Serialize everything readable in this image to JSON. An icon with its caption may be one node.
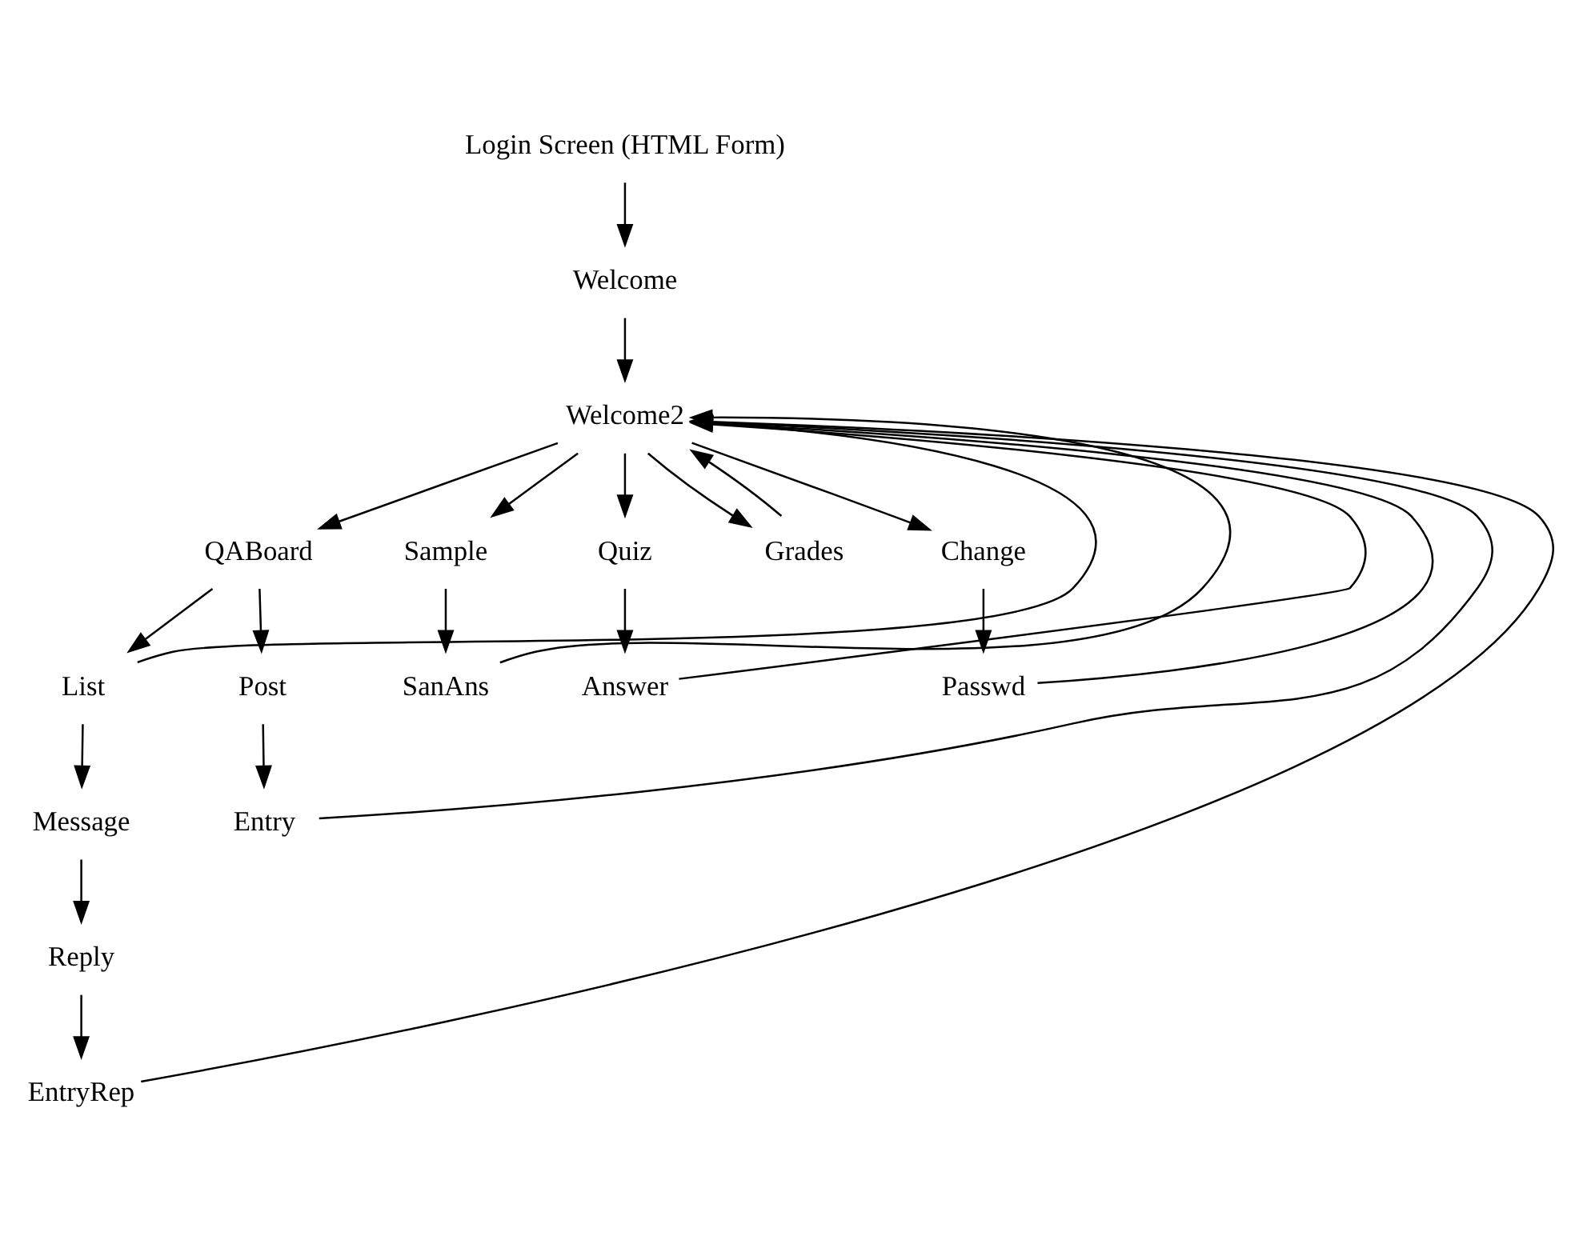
{
  "diagram": {
    "nodes": [
      {
        "text": [
          "Login Screen (HTML Form)"
        ]
      },
      {
        "text": [
          "Welcome"
        ]
      },
      {
        "text": [
          "Welcome2"
        ]
      },
      {
        "text": [
          "QABoard"
        ]
      },
      {
        "text": [
          "Sample"
        ]
      },
      {
        "text": [
          "Quiz"
        ]
      },
      {
        "text": [
          "Grades"
        ]
      },
      {
        "text": [
          "Change"
        ]
      },
      {
        "text": [
          "List"
        ]
      },
      {
        "text": [
          "Post"
        ]
      },
      {
        "text": [
          "SanAns"
        ]
      },
      {
        "text": [
          "Answer"
        ]
      },
      {
        "text": [
          "Passwd"
        ]
      },
      {
        "text": [
          "Message"
        ]
      },
      {
        "text": [
          "Entry"
        ]
      },
      {
        "text": [
          "Reply"
        ]
      },
      {
        "text": [
          "EntryRep"
        ]
      }
    ],
    "edges": [
      {
        "from": 0,
        "to": 1,
        "arrow": "to"
      },
      {
        "from": 1,
        "to": 2,
        "arrow": "to"
      },
      {
        "from": 2,
        "to": 3,
        "arrow": "to"
      },
      {
        "from": 2,
        "to": 4,
        "arrow": "to"
      },
      {
        "from": 2,
        "to": 5,
        "arrow": "to"
      },
      {
        "from": 2,
        "to": 6,
        "arrow": "to"
      },
      {
        "from": 2,
        "to": 7,
        "arrow": "to"
      },
      {
        "from": 3,
        "to": 8,
        "arrow": "to"
      },
      {
        "from": 3,
        "to": 9,
        "arrow": "to"
      },
      {
        "from": 4,
        "to": 10,
        "arrow": "to"
      },
      {
        "from": 5,
        "to": 11,
        "arrow": "to"
      },
      {
        "from": 7,
        "to": 12,
        "arrow": "to"
      },
      {
        "from": 8,
        "to": 13,
        "arrow": "to"
      },
      {
        "from": 9,
        "to": 14,
        "arrow": "to"
      },
      {
        "from": 13,
        "to": 15,
        "arrow": "to"
      },
      {
        "from": 15,
        "to": 16,
        "arrow": "to"
      },
      {
        "from": 8,
        "to": 2,
        "arrow": "to"
      },
      {
        "from": 16,
        "to": 2,
        "arrow": "to"
      },
      {
        "from": 14,
        "to": 2,
        "arrow": "to"
      },
      {
        "from": 10,
        "to": 2,
        "arrow": "to"
      },
      {
        "from": 11,
        "to": 2,
        "arrow": "to"
      },
      {
        "from": 6,
        "to": 2,
        "arrow": "to"
      },
      {
        "from": 12,
        "to": 2,
        "arrow": "to"
      }
    ]
  }
}
